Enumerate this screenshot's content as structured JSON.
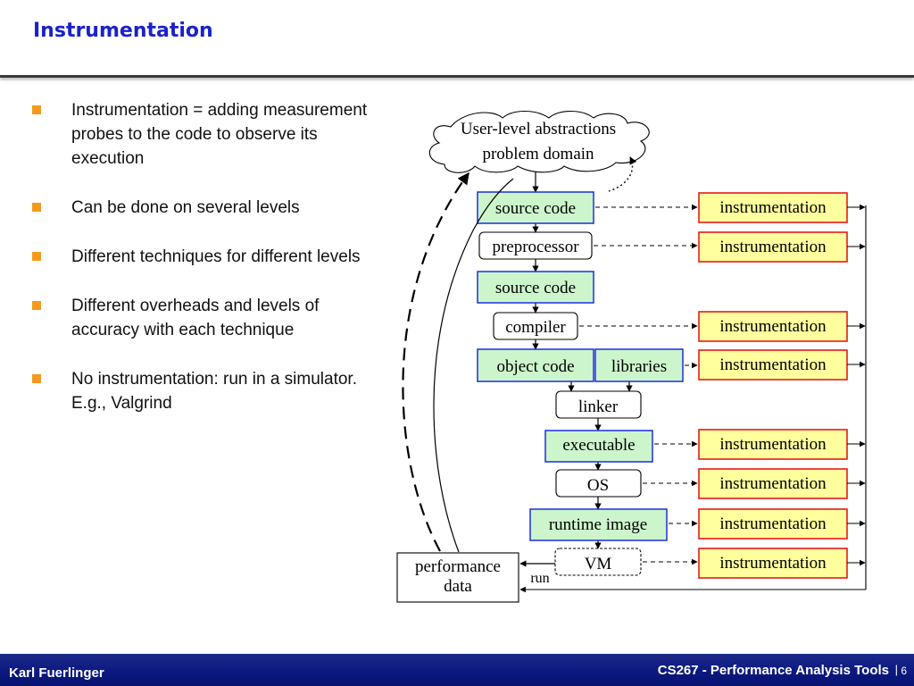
{
  "slide": {
    "title": "Instrumentation",
    "bullets": [
      "Instrumentation = adding measurement probes to the code to observe its execution",
      "Can be done on several levels",
      "Different techniques for different levels",
      "Different overheads and levels of accuracy with each technique",
      "No instrumentation: run in a simulator. E.g., Valgrind"
    ]
  },
  "diagram": {
    "cloud_line1": "User-level abstractions",
    "cloud_line2": "problem domain",
    "stages": {
      "source_code_1": "source code",
      "preprocessor": "preprocessor",
      "source_code_2": "source code",
      "compiler": "compiler",
      "object_code": "object code",
      "libraries": "libraries",
      "linker": "linker",
      "executable": "executable",
      "os": "OS",
      "runtime_image": "runtime image",
      "vm": "VM"
    },
    "instrumentation_label": "instrumentation",
    "performance_data_line1": "performance",
    "performance_data_line2": "data",
    "run_label": "run",
    "colors": {
      "green_box_fill": "#ccf5cc",
      "green_box_border": "#1c2ee0",
      "instr_fill": "#ffff9e",
      "instr_border": "#e41b1b"
    }
  },
  "footer": {
    "author": "Karl Fuerlinger",
    "course": "CS267 - Performance Analysis Tools",
    "separator": "|",
    "page": "6"
  }
}
